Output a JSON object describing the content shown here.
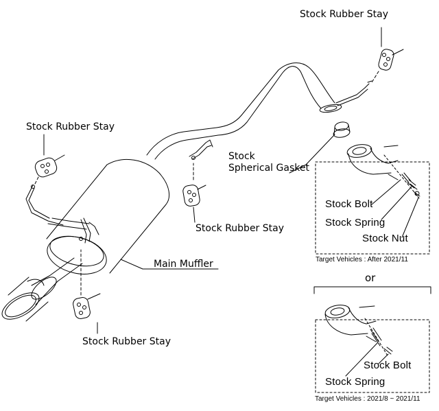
{
  "labels": {
    "rubber_stay_top": "Stock Rubber Stay",
    "rubber_stay_left": "Stock Rubber Stay",
    "rubber_stay_mid": "Stock Rubber Stay",
    "rubber_stay_bottom": "Stock Rubber Stay",
    "gasket_line1": "Stock",
    "gasket_line2": "Spherical Gasket",
    "main_muffler": "Main Muffler",
    "bolt_upper": "Stock Bolt",
    "spring_upper": "Stock Spring",
    "nut_upper": "Stock Nut",
    "target_upper": "Target Vehicles : After 2021/11",
    "or": "or",
    "bolt_lower": "Stock Bolt",
    "spring_lower": "Stock Spring",
    "target_lower": "Target Vehicles : 2021/8 ~ 2021/11"
  }
}
